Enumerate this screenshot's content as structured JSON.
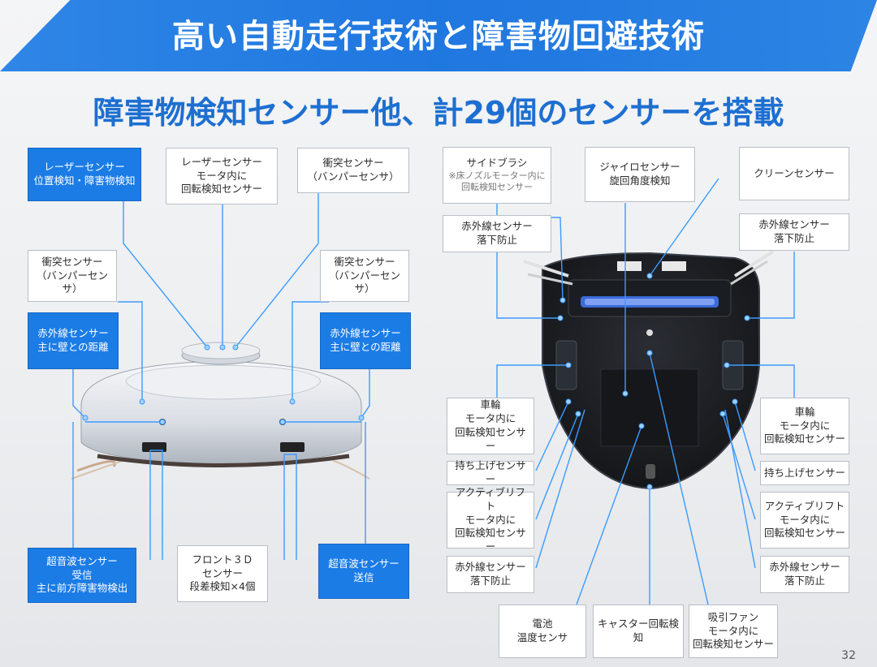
{
  "title": "高い自動走行技術と障害物回避技術",
  "subtitle": "障害物検知センサー他、計29個のセンサーを搭載",
  "page_number": "32",
  "colors": {
    "header_blue": "#1f77e0",
    "accent_blue": "#1b7ce6",
    "line_blue": "#3d9bff"
  },
  "left_labels": {
    "laser_pos": [
      "レーザーセンサー",
      "位置検知・障害物検知"
    ],
    "laser_motor": [
      "レーザーセンサー",
      "モータ内に",
      "回転検知センサー"
    ],
    "bumper_top": [
      "衝突センサー",
      "（バンパーセンサ）"
    ],
    "bumper_left": [
      "衝突センサー",
      "（バンパーセンサ）"
    ],
    "bumper_right": [
      "衝突センサー",
      "（バンパーセンサ）"
    ],
    "ir_left": [
      "赤外線センサー",
      "主に壁との距離"
    ],
    "ir_right": [
      "赤外線センサー",
      "主に壁との距離"
    ],
    "ultra_recv": [
      "超音波センサー",
      "受信",
      "主に前方障害物検出"
    ],
    "front3d": [
      "フロント３Ｄ",
      "センサー",
      "段差検知×4個"
    ],
    "ultra_send": [
      "超音波センサー",
      "送信"
    ]
  },
  "right_labels": {
    "side_brush": [
      "サイドブラシ",
      "※床ノズルモーター内に",
      "回転検知センサー"
    ],
    "gyro": [
      "ジャイロセンサー",
      "旋回角度検知"
    ],
    "clean": [
      "クリーンセンサー"
    ],
    "ir_drop_tl": [
      "赤外線センサー",
      "落下防止"
    ],
    "ir_drop_tr": [
      "赤外線センサー",
      "落下防止"
    ],
    "wheel_l": [
      "車輪",
      "モータ内に",
      "回転検知センサー"
    ],
    "wheel_r": [
      "車輪",
      "モータ内に",
      "回転検知センサー"
    ],
    "lift_l": [
      "持ち上げセンサー"
    ],
    "lift_r": [
      "持ち上げセンサー"
    ],
    "active_l": [
      "アクティブリフト",
      "モータ内に",
      "回転検知センサー"
    ],
    "active_r": [
      "アクティブリフト",
      "モータ内に",
      "回転検知センサー"
    ],
    "ir_drop_bl": [
      "赤外線センサー",
      "落下防止"
    ],
    "ir_drop_br": [
      "赤外線センサー",
      "落下防止"
    ],
    "battery": [
      "電池",
      "温度センサ"
    ],
    "caster": [
      "キャスター回転検知"
    ],
    "fan": [
      "吸引ファン",
      "モータ内に",
      "回転検知センサー"
    ]
  }
}
